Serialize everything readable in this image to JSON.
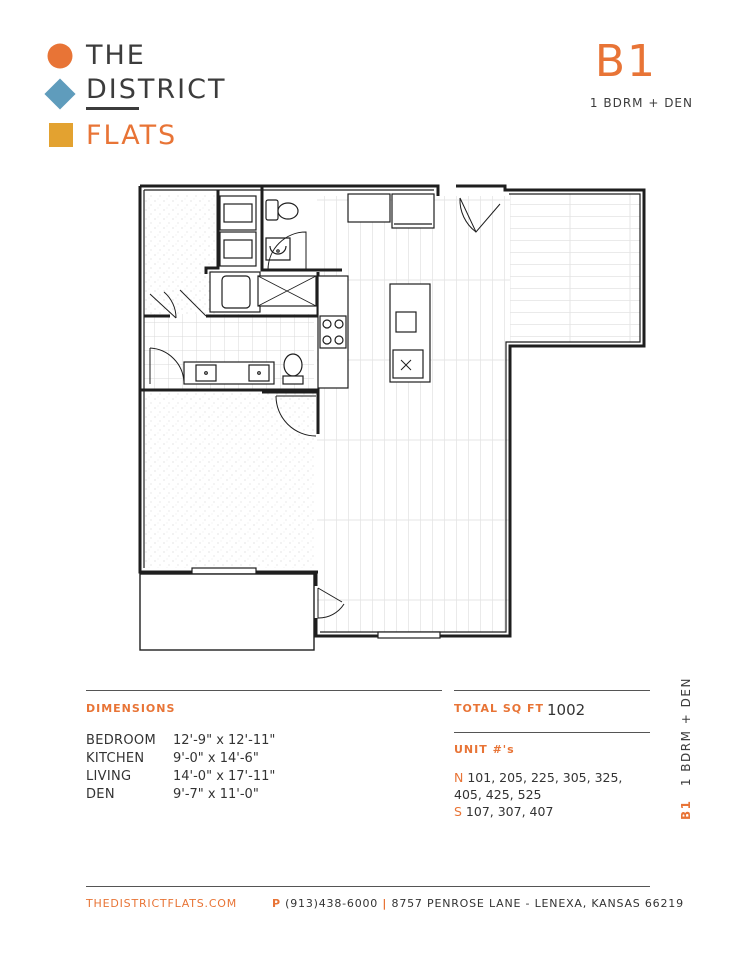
{
  "brand": {
    "line1": "THE",
    "line2": "DISTRICT",
    "line3": "FLATS",
    "colors": {
      "orange": "#e87436",
      "blue": "#5f9cbc",
      "gold": "#e3a230",
      "charcoal": "#3c3c3c"
    }
  },
  "unit": {
    "code": "B1",
    "type": "1 BDRM + DEN",
    "side_label_code": "B1",
    "side_label_type": "1 BDRM + DEN"
  },
  "dimensions": {
    "label": "DIMENSIONS",
    "rows": [
      {
        "room": "BEDROOM",
        "size": "12'-9\" x 12'-11\""
      },
      {
        "room": "KITCHEN",
        "size": "9'-0\" x 14'-6\""
      },
      {
        "room": "LIVING",
        "size": "14'-0\" x 17'-11\""
      },
      {
        "room": "DEN",
        "size": "9'-7\" x 11'-0\""
      }
    ]
  },
  "total_sq_ft": {
    "label": "TOTAL SQ FT",
    "value": "1002"
  },
  "units": {
    "label": "UNIT #'s",
    "north_prefix": "N",
    "north_list": "101, 205, 225, 305, 325, 405, 425, 525",
    "south_prefix": "S",
    "south_list": "107, 307, 407"
  },
  "footer": {
    "website": "THEDISTRICTFLATS.COM",
    "phone_prefix": "P",
    "phone": "(913)438-6000",
    "separator": "|",
    "address": "8757 PENROSE LANE - LENEXA, KANSAS 66219"
  }
}
